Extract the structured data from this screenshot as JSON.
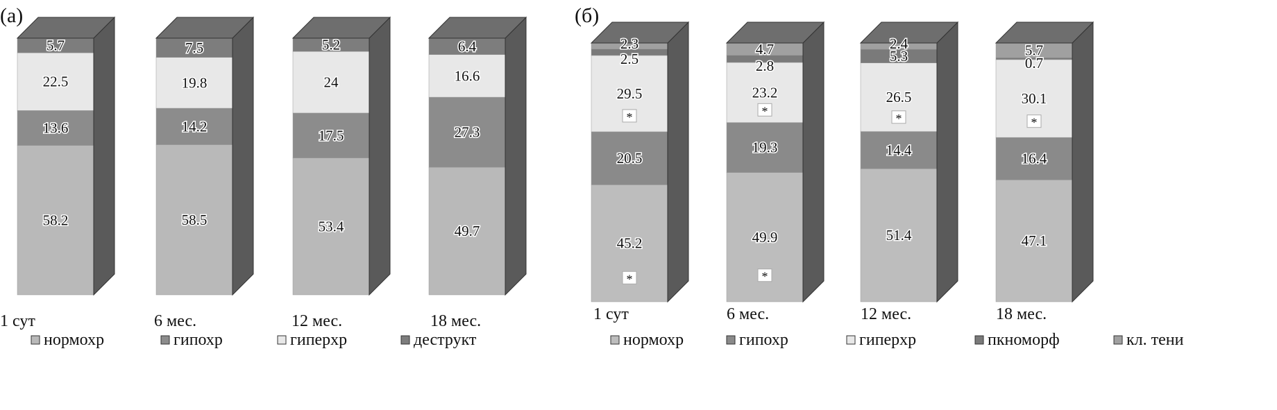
{
  "chart_data": [
    {
      "type": "bar",
      "stacked": true,
      "title": "(а)",
      "categories": [
        "1 сут",
        "6 мес.",
        "12 мес.",
        "18 мес."
      ],
      "series": [
        {
          "name": "нормохр",
          "color": "#b9b9b9",
          "values": [
            58.2,
            58.5,
            53.4,
            49.7
          ]
        },
        {
          "name": "гипохр",
          "color": "#8c8c8c",
          "values": [
            13.6,
            14.2,
            17.5,
            27.3
          ]
        },
        {
          "name": "гиперхр",
          "color": "#e8e8e8",
          "values": [
            22.5,
            19.8,
            24,
            16.6
          ]
        },
        {
          "name": "деструкт",
          "color": "#7d7d7d",
          "values": [
            5.7,
            7.5,
            5.2,
            6.4
          ]
        }
      ],
      "ylim": [
        0,
        100
      ],
      "legend": "bottom"
    },
    {
      "type": "bar",
      "stacked": true,
      "title": "(б)",
      "categories": [
        "1 сут",
        "6 мес.",
        "12 мес.",
        "18 мес."
      ],
      "series": [
        {
          "name": "нормохр",
          "color": "#bdbdbd",
          "values": [
            45.2,
            49.9,
            51.4,
            47.1
          ]
        },
        {
          "name": "гипохр",
          "color": "#8a8a8a",
          "values": [
            20.5,
            19.3,
            14.4,
            16.4
          ]
        },
        {
          "name": "гиперхр",
          "color": "#e8e8e8",
          "values": [
            29.5,
            23.2,
            26.5,
            30.1
          ]
        },
        {
          "name": "пкноморф",
          "color": "#7a7a7a",
          "values": [
            2.5,
            2.8,
            5.3,
            0.7
          ]
        },
        {
          "name": "кл. тени",
          "color": "#a0a0a0",
          "values": [
            2.3,
            4.7,
            2.4,
            5.7
          ]
        }
      ],
      "annotations": [
        {
          "category": "1 сут",
          "series": "гиперхр",
          "text": "*"
        },
        {
          "category": "1 сут",
          "series": "нормохр",
          "text": "*"
        },
        {
          "category": "6 мес.",
          "series": "гиперхр",
          "text": "*"
        },
        {
          "category": "6 мес.",
          "series": "нормохр",
          "text": "*"
        },
        {
          "category": "12 мес.",
          "series": "гиперхр",
          "text": "*"
        },
        {
          "category": "18 мес.",
          "series": "гиперхр",
          "text": "*"
        }
      ],
      "ylim": [
        0,
        100
      ],
      "legend": "bottom"
    }
  ]
}
